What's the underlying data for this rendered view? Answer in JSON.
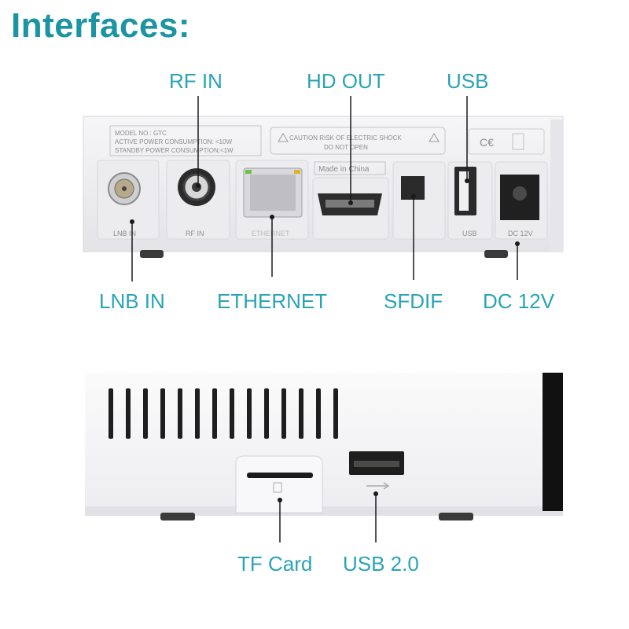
{
  "heading": "Interfaces:",
  "callouts": {
    "rf_in": "RF IN",
    "hd_out": "HD OUT",
    "usb": "USB",
    "lnb_in": "LNB IN",
    "ethernet": "ETHERNET",
    "sfdif": "SFDIF",
    "dc_12v": "DC 12V",
    "tf_card": "TF Card",
    "usb_2": "USB 2.0"
  },
  "rear_panel": {
    "model_line": "MODEL NO.: GTC",
    "active_power_line": "ACTIVE POWER CONSUMPTION: <10W",
    "standby_power_line": "STANDBY POWER CONSUMPTION:<1W",
    "caution_line": "CAUTION RISK OF ELECTRIC SHOCK",
    "do_not_open_line": "DO NOT OPEN",
    "made_in_label": "Made in China",
    "port_lnb_in": "LNB IN",
    "port_rf_in": "RF IN",
    "port_ethernet": "ETHERNET",
    "port_usb": "USB",
    "port_dc": "DC 12V"
  },
  "colors": {
    "accent": "#1b94a4",
    "callout_text": "#2aa3b6",
    "device_body": "#f2f2f4"
  }
}
